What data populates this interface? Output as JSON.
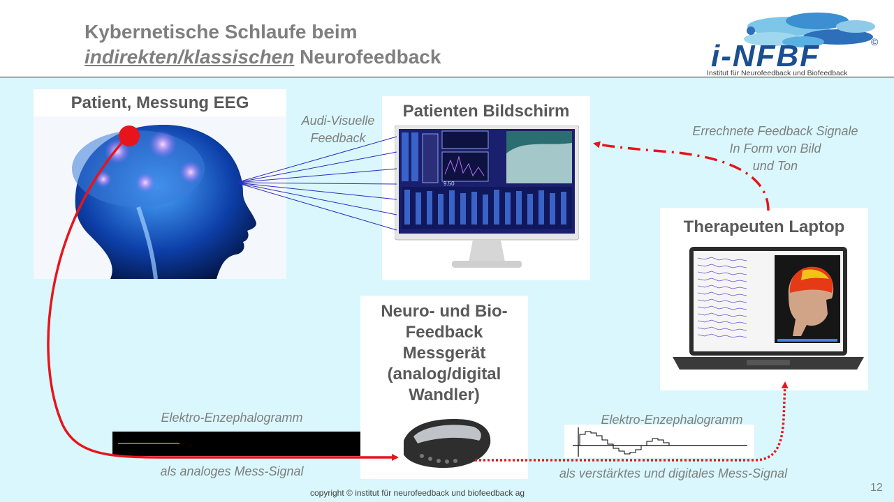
{
  "slide": {
    "title_line1": "Kybernetische Schlaufe beim",
    "title_line2_emph": "indirekten/klassischen",
    "title_line2_rest": " Neurofeedback",
    "page_number": "12",
    "footer": "copyright ©  institut für neurofeedback  und biofeedback  ag"
  },
  "logo": {
    "mark": "i-NFBF",
    "copyright_symbol": "©",
    "subtitle": "Institut für Neurofeedback und Biofeedback"
  },
  "patient": {
    "label": "Patient, Messung EEG"
  },
  "screen": {
    "label": "Patienten Bildschirm",
    "level_value": "9.50"
  },
  "laptop": {
    "label": "Therapeuten Laptop"
  },
  "device": {
    "label_lines": [
      "Neuro- und Bio-",
      "Feedback",
      "Messgerät",
      "(analog/digital",
      "Wandler)"
    ]
  },
  "notes": {
    "audio_visual": [
      "Audi-Visuelle",
      "Feedback"
    ],
    "feedback_signals": [
      "Errechnete Feedback Signale",
      "In Form von Bild",
      "und Ton"
    ],
    "eeg_left_top": "Elektro-Enzephalogramm",
    "eeg_left_bottom": "als analoges Mess-Signal",
    "eeg_right_top": "Elektro-Enzephalogramm",
    "eeg_right_bottom": "als verstärktes und digitales Mess-Signal"
  },
  "colors": {
    "arrow_red": "#e8141c",
    "background": "#d9f7fc",
    "title_gray": "#7f7f7f",
    "label_gray": "#595959"
  }
}
